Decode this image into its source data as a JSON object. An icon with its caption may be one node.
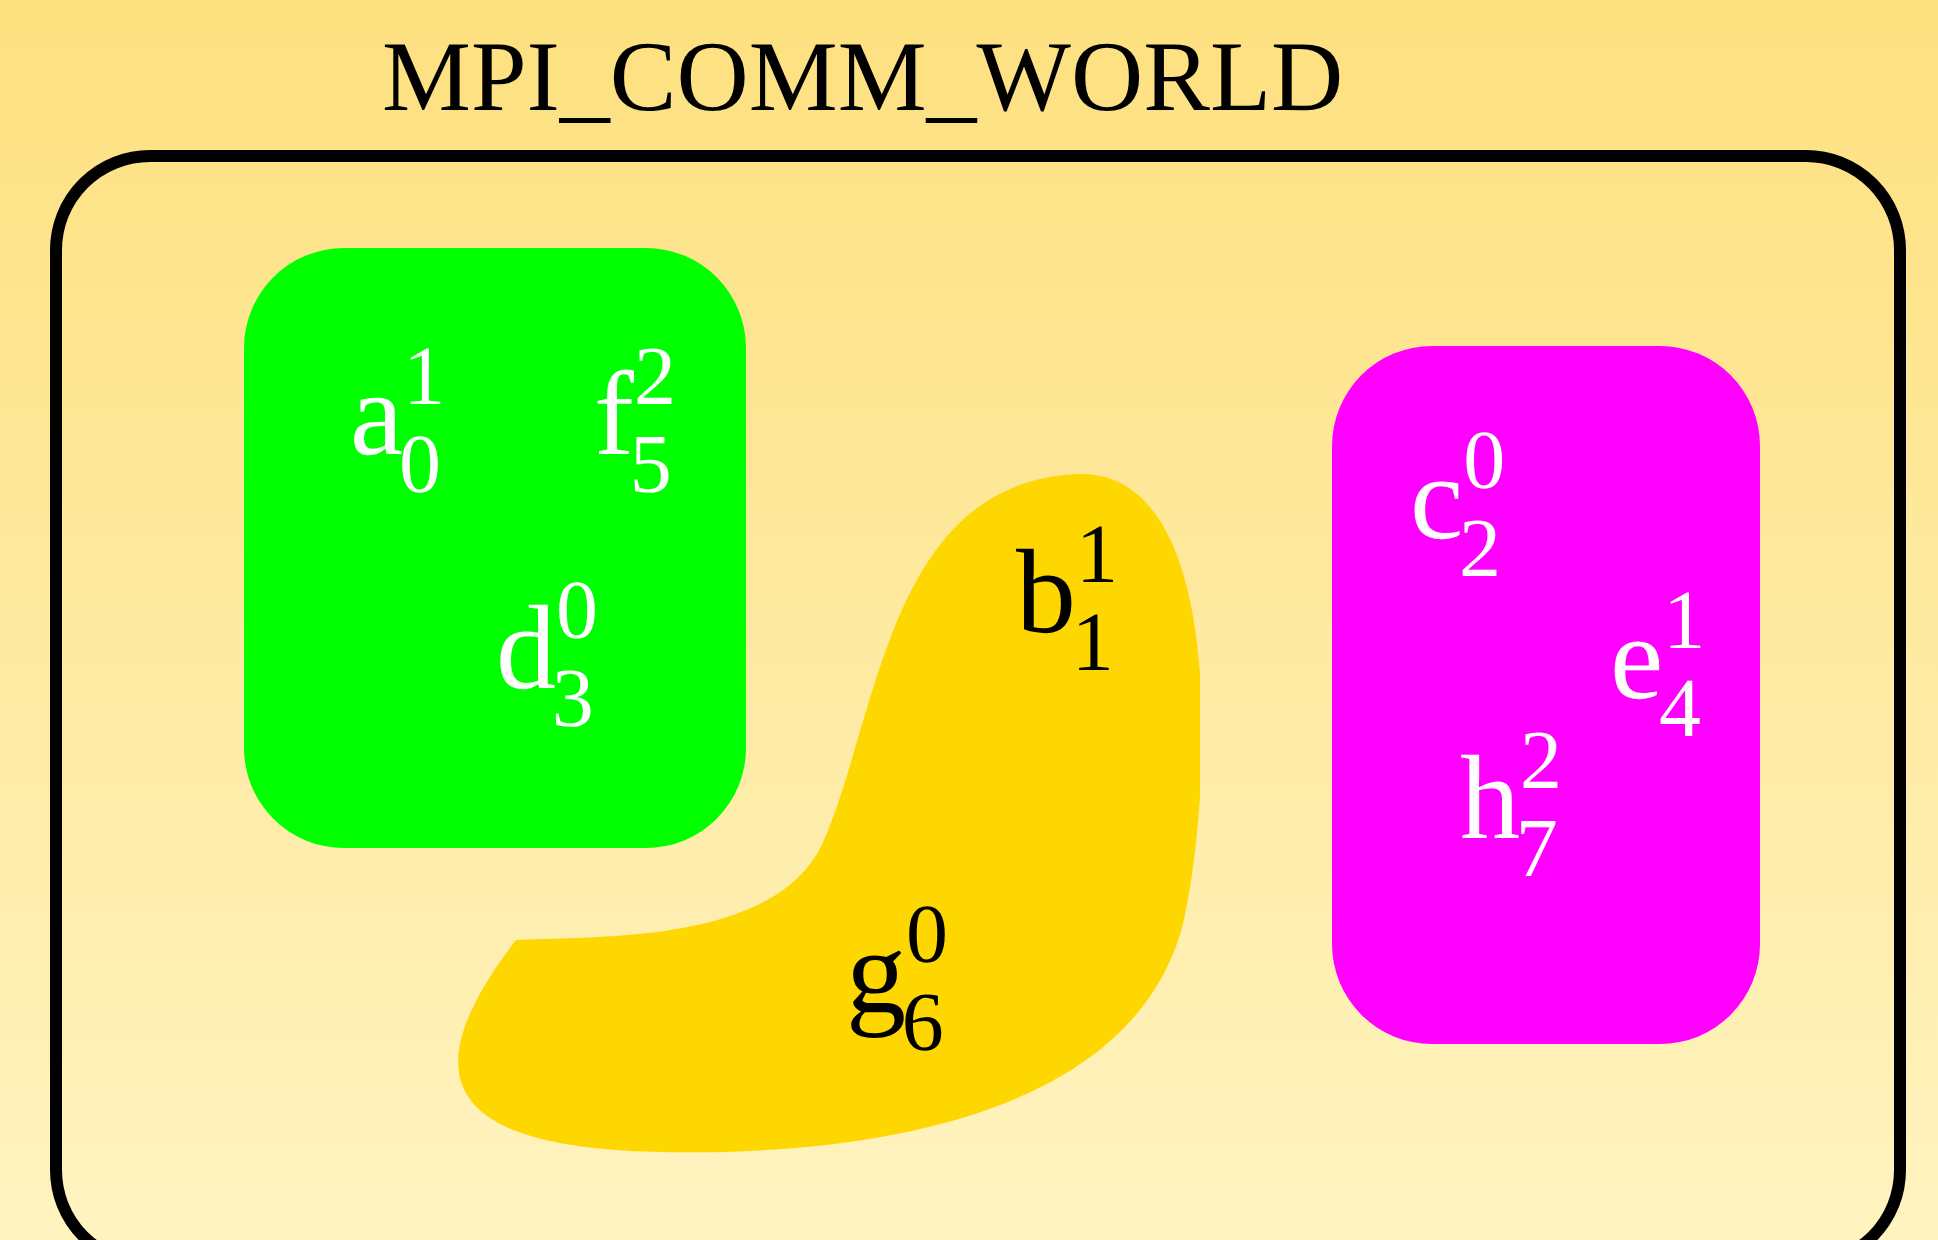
{
  "diagram": {
    "nodes": [
      {
        "text": [
          "MPI_COMM_WORLD"
        ]
      },
      {
        "text": [
          "a$^{1}$$_{0}$",
          "f$^{2}$$_{5}$",
          "d$^{0}$$_{3}$"
        ],
        "in": 0
      },
      {
        "text": [
          "b$^{1}$$_{1}$",
          "g$^{0}$$_{6}$"
        ],
        "in": 0
      },
      {
        "text": [
          "c$^{0}$$_{2}$",
          "e$^{1}$$_{4}$",
          "h$^{2}$$_{7}$"
        ],
        "in": 0
      }
    ]
  }
}
